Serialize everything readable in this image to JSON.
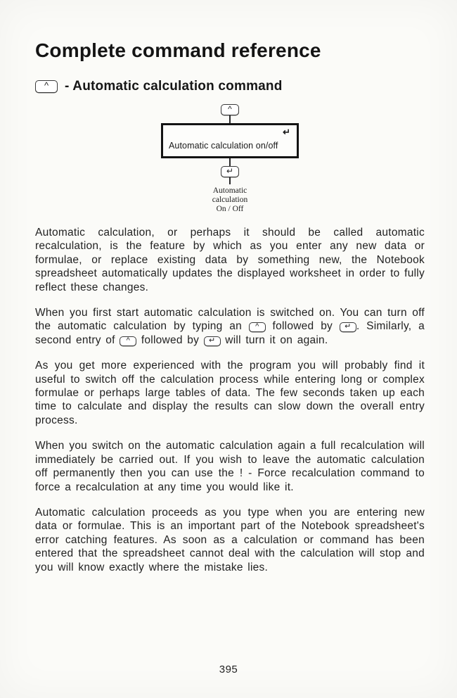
{
  "header": {
    "title": "Complete command reference",
    "section_key": "^",
    "section_title": "- Automatic calculation command"
  },
  "diagram": {
    "top_key": "^",
    "box": {
      "label": "Automatic calculation on/off",
      "corner_key": "↵"
    },
    "enter_key": "↵",
    "caption": [
      "Automatic",
      "calculation",
      "On / Off"
    ]
  },
  "body": {
    "p1": "Automatic calculation, or perhaps it should be called automatic recalculation, is the feature by which as you enter any new data or formulae, or replace existing data by something new, the Notebook spreadsheet automatically updates the displayed worksheet in order to fully reflect these changes.",
    "p2": {
      "seg1": "When you first start automatic calculation is switched on. You can turn off the automatic calculation by typing an ",
      "key1": "^",
      "seg2": " followed by ",
      "key2": "↵",
      "seg3": ". Similarly, a second entry of ",
      "key3": "^",
      "seg4": " followed by ",
      "key4": "↵",
      "seg5": " will turn it on again."
    },
    "p3": "As you get more experienced with the program you will probably find it useful to switch off the calculation process while entering long or complex formulae or perhaps large tables of data. The few seconds taken up each time to calculate and display the results can slow down the overall entry process.",
    "p4": "When you switch on the automatic calculation again a full recalculation will immediately be carried out. If you wish to leave the automatic calculation off permanently then you can use the ! - Force recalculation command to force a recalculation at any time you would like it.",
    "p5": "Automatic calculation proceeds as you type when you are entering new data or formulae. This is an important part of the Notebook spreadsheet's error catching features. As soon as a calculation or command has been entered that the spreadsheet cannot deal with the calculation will stop and you will know exactly where the mistake lies."
  },
  "footer": {
    "page_number": "395"
  }
}
